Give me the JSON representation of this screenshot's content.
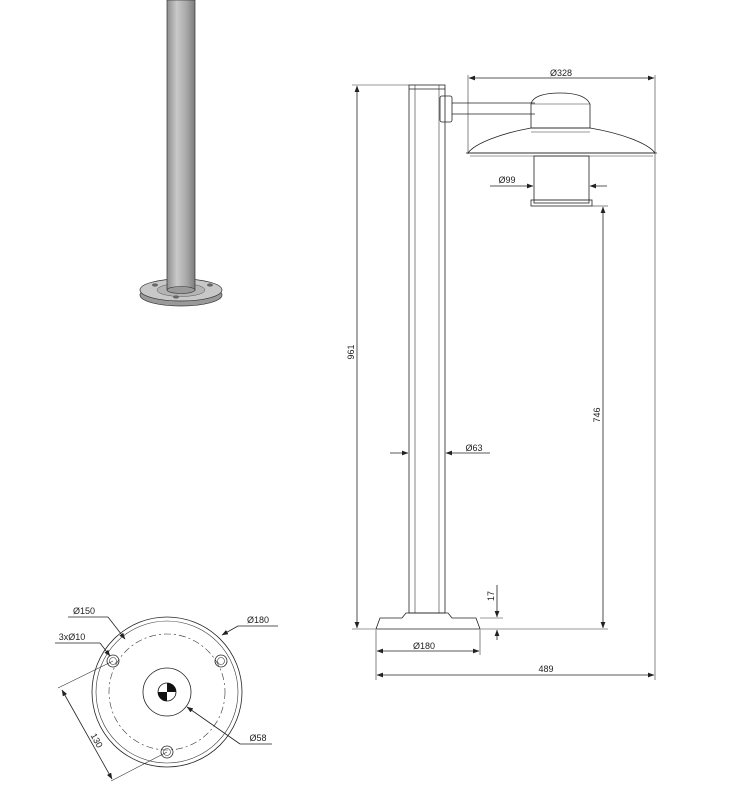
{
  "dimensions": {
    "lamp_head_diameter": "Ø328",
    "reflector_diameter": "Ø99",
    "total_height": "961",
    "light_height": "746",
    "pole_diameter": "Ø63",
    "base_height": "17",
    "base_diameter": "Ø180",
    "total_width": "489"
  },
  "base_plan": {
    "bolt_circle": "Ø150",
    "holes": "3xØ10",
    "outer_diameter": "Ø180",
    "center_hole": "Ø58",
    "hole_spacing": "130"
  },
  "colors": {
    "line": "#222222",
    "pole_fill": "#a9a9a9",
    "base_fill": "#c8c8c8"
  }
}
